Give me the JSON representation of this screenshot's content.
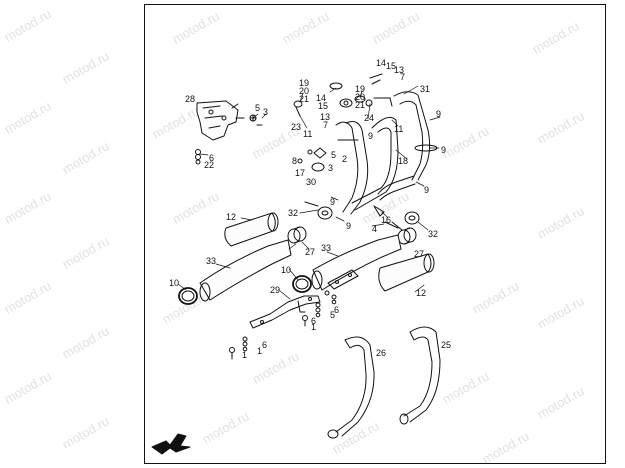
{
  "watermark": "motod.ru",
  "callouts": {
    "c1": "1",
    "c2": "2",
    "c3": "3",
    "c4": "4",
    "c5": "5",
    "c6": "6",
    "c7": "7",
    "c8": "8",
    "c9": "9",
    "c10": "10",
    "c11": "11",
    "c12": "12",
    "c13": "13",
    "c14": "14",
    "c15": "15",
    "c16": "16",
    "c17": "17",
    "c18": "18",
    "c19": "19",
    "c20": "20",
    "c21": "21",
    "c22": "22",
    "c23": "23",
    "c24": "24",
    "c25": "25",
    "c26": "26",
    "c27": "27",
    "c28": "28",
    "c29": "29",
    "c30": "30",
    "c31": "31",
    "c32": "32",
    "c33": "33"
  },
  "colors": {
    "line": "#111111",
    "watermark": "#e2e2e2",
    "background": "#ffffff"
  }
}
